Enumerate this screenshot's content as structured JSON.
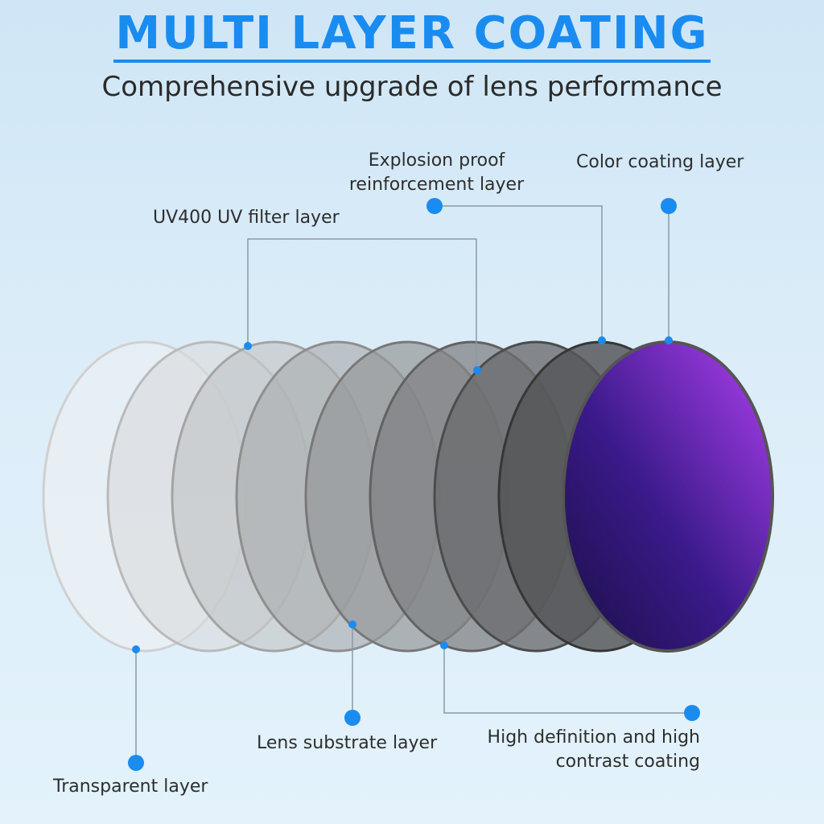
{
  "header": {
    "title": "MULTI LAYER COATING",
    "subtitle": "Comprehensive upgrade of lens performance"
  },
  "colors": {
    "accent": "#1a8cf0",
    "lens_purple": "#8a2be2"
  },
  "callouts": {
    "uv400": "UV400 UV filter layer",
    "explosion_line1": "Explosion proof",
    "explosion_line2": "reinforcement layer",
    "color_coating": "Color coating layer",
    "transparent": "Transparent layer",
    "substrate": "Lens substrate layer",
    "hd_line1": "High definition and high",
    "hd_line2": "contrast coating"
  }
}
